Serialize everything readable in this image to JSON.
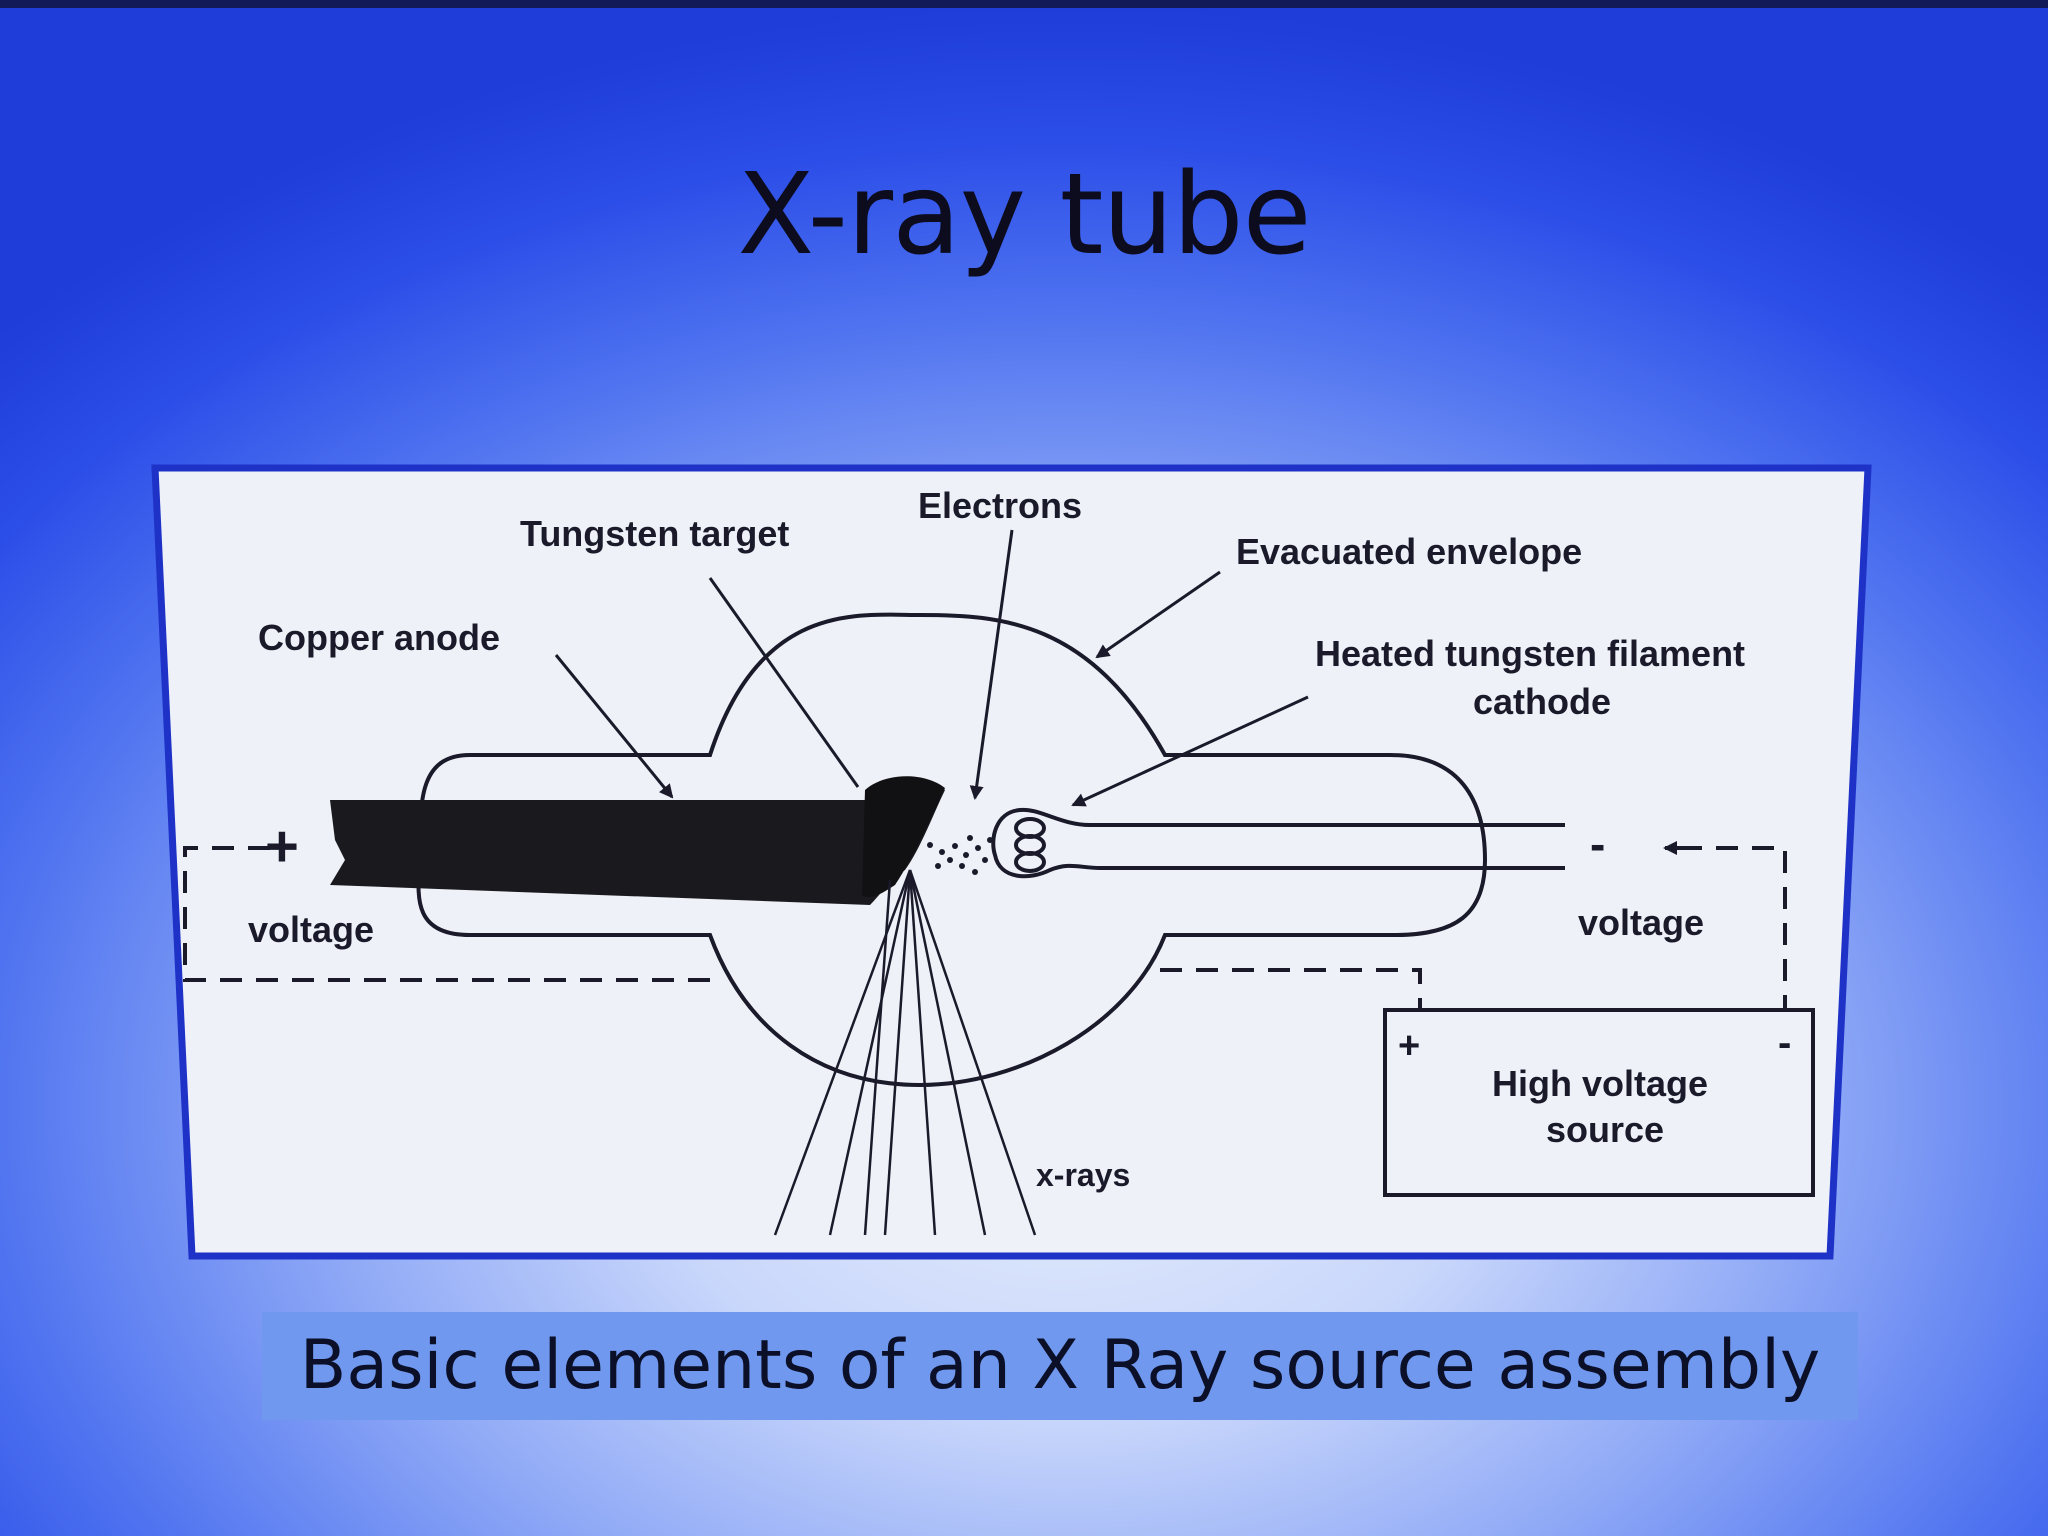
{
  "slide": {
    "title": "X-ray tube",
    "caption": "Basic elements of an X Ray source assembly"
  },
  "diagram": {
    "labels": {
      "electrons": "Electrons",
      "tungsten_target": "Tungsten target",
      "copper_anode": "Copper anode",
      "evacuated_envelope": "Evacuated envelope",
      "filament_line1": "Heated tungsten filament",
      "filament_line2": "cathode",
      "plus_left": "+",
      "voltage_left": "voltage",
      "minus_right": "-",
      "voltage_right": "voltage",
      "source_plus": "+",
      "source_minus": "-",
      "source_line1": "High voltage",
      "source_line2": "source",
      "xrays": "x-rays"
    }
  },
  "colors": {
    "diagram_border": "#1e32c8",
    "diagram_background": "#eef1f8",
    "caption_band": "#6f98ee"
  }
}
